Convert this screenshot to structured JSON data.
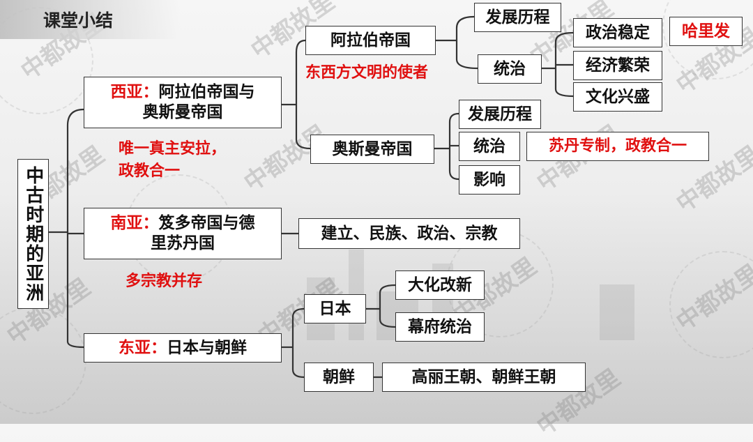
{
  "title": "课堂小结",
  "watermark": "中都故里",
  "root": "中古时期的亚洲",
  "west_asia": {
    "prefix": "西亚：",
    "name_line1": "阿拉伯帝国与",
    "name_line2": "奥斯曼帝国",
    "note_line1": "唯一真主安拉，",
    "note_line2": "政教合一",
    "arab": {
      "name": "阿拉伯帝国",
      "note": "东西方文明的使者",
      "development": "发展历程",
      "rule": "统治",
      "items": [
        "政治稳定",
        "经济繁荣",
        "文化兴盛"
      ],
      "founder": "哈里发"
    },
    "ottoman": {
      "name": "奥斯曼帝国",
      "development": "发展历程",
      "rule": "统治",
      "rule_note": "苏丹专制，政教合一",
      "influence": "影响"
    }
  },
  "south_asia": {
    "prefix": "南亚：",
    "name_line1": "笈多帝国与德",
    "name_line2": "里苏丹国",
    "topics": "建立、民族、政治、宗教",
    "note": "多宗教并存"
  },
  "east_asia": {
    "prefix": "东亚：",
    "name": "日本与朝鲜",
    "japan": {
      "name": "日本",
      "items": [
        "大化改新",
        "幕府统治"
      ]
    },
    "korea": {
      "name": "朝鲜",
      "dynasties": "高丽王朝、朝鲜王朝"
    }
  },
  "colors": {
    "accent_red": "#e01010",
    "line": "#333333",
    "box_border": "#333333"
  }
}
